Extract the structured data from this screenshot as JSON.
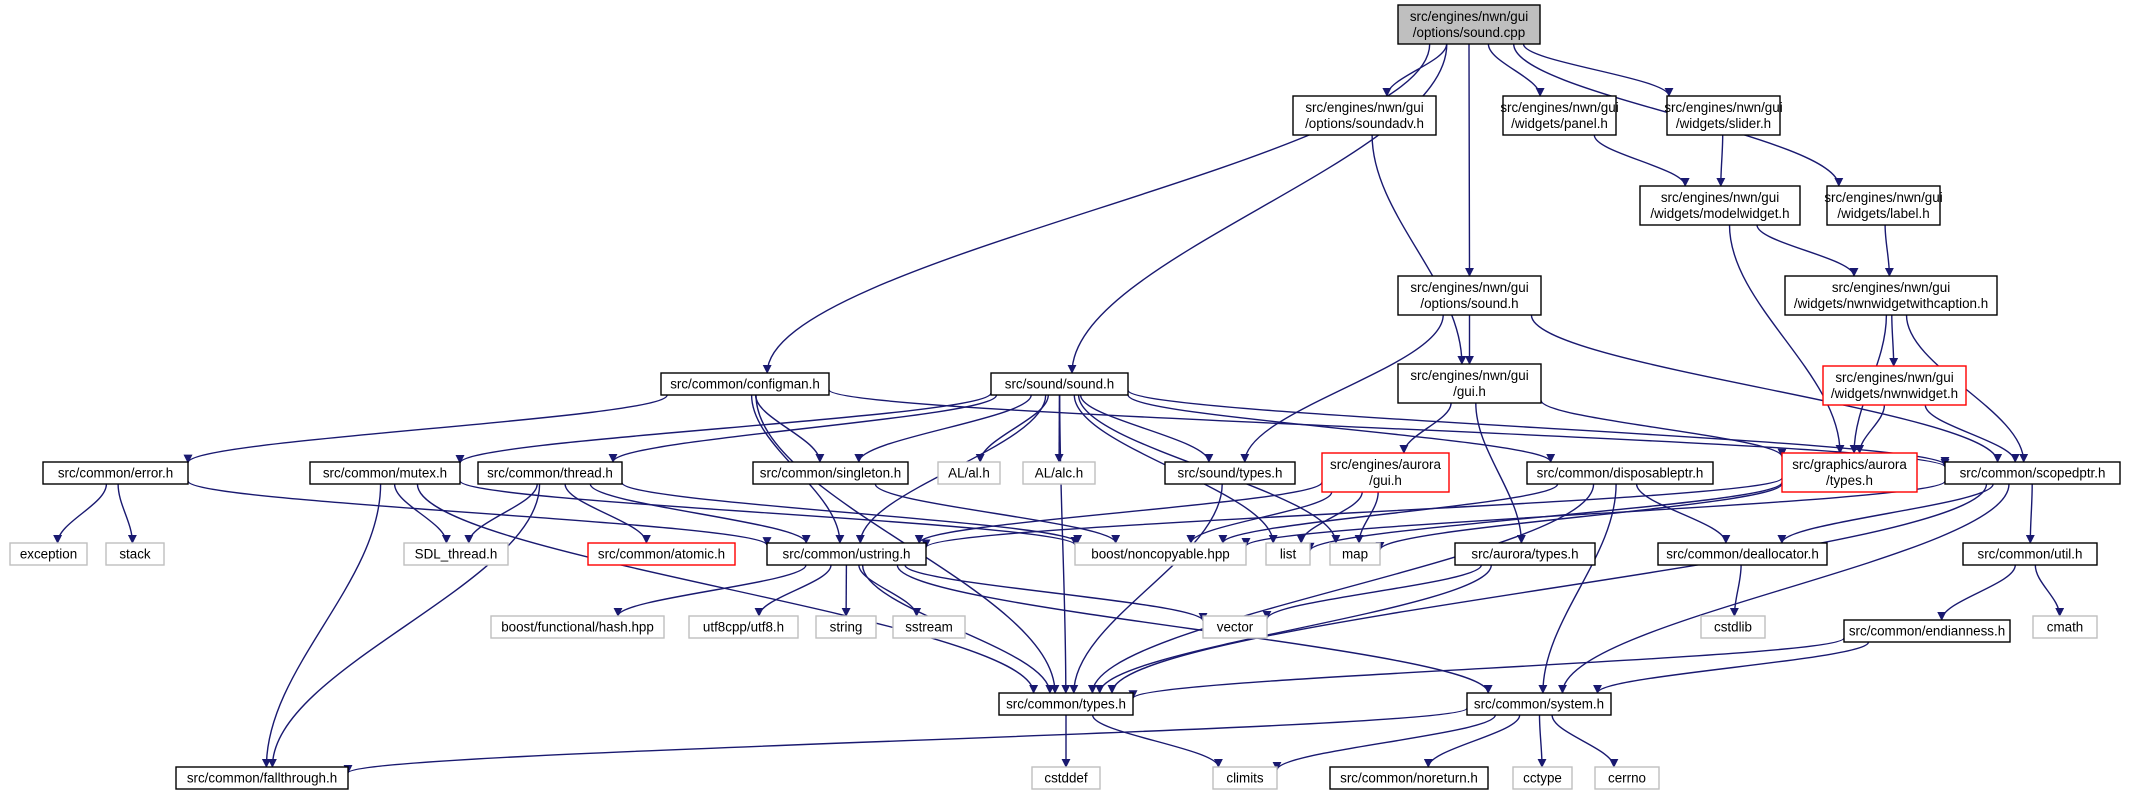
{
  "diagram": {
    "nodes": [
      {
        "id": "root",
        "lines": [
          "src/engines/nwn/gui",
          "/options/sound.cpp"
        ],
        "style": "root"
      },
      {
        "id": "soundadv",
        "lines": [
          "src/engines/nwn/gui",
          "/options/soundadv.h"
        ],
        "style": "normal"
      },
      {
        "id": "panel",
        "lines": [
          "src/engines/nwn/gui",
          "/widgets/panel.h"
        ],
        "style": "normal"
      },
      {
        "id": "slider",
        "lines": [
          "src/engines/nwn/gui",
          "/widgets/slider.h"
        ],
        "style": "normal"
      },
      {
        "id": "label",
        "lines": [
          "src/engines/nwn/gui",
          "/widgets/label.h"
        ],
        "style": "normal"
      },
      {
        "id": "modelwidget",
        "lines": [
          "src/engines/nwn/gui",
          "/widgets/modelwidget.h"
        ],
        "style": "normal"
      },
      {
        "id": "nwnwwc",
        "lines": [
          "src/engines/nwn/gui",
          "/widgets/nwnwidgetwithcaption.h"
        ],
        "style": "normal"
      },
      {
        "id": "optsound",
        "lines": [
          "src/engines/nwn/gui",
          "/options/sound.h"
        ],
        "style": "normal"
      },
      {
        "id": "nwngui",
        "lines": [
          "src/engines/nwn/gui",
          "/gui.h"
        ],
        "style": "normal"
      },
      {
        "id": "nwnwidget",
        "lines": [
          "src/engines/nwn/gui",
          "/widgets/nwnwidget.h"
        ],
        "style": "red"
      },
      {
        "id": "configman",
        "lines": [
          "src/common/configman.h"
        ],
        "style": "normal"
      },
      {
        "id": "soundh",
        "lines": [
          "src/sound/sound.h"
        ],
        "style": "normal"
      },
      {
        "id": "error",
        "lines": [
          "src/common/error.h"
        ],
        "style": "normal"
      },
      {
        "id": "mutex",
        "lines": [
          "src/common/mutex.h"
        ],
        "style": "normal"
      },
      {
        "id": "thread",
        "lines": [
          "src/common/thread.h"
        ],
        "style": "normal"
      },
      {
        "id": "singleton",
        "lines": [
          "src/common/singleton.h"
        ],
        "style": "normal"
      },
      {
        "id": "al",
        "lines": [
          "AL/al.h"
        ],
        "style": "sys"
      },
      {
        "id": "alc",
        "lines": [
          "AL/alc.h"
        ],
        "style": "sys"
      },
      {
        "id": "stypes",
        "lines": [
          "src/sound/types.h"
        ],
        "style": "normal"
      },
      {
        "id": "auroragui",
        "lines": [
          "src/engines/aurora",
          "/gui.h"
        ],
        "style": "red"
      },
      {
        "id": "disposable",
        "lines": [
          "src/common/disposableptr.h"
        ],
        "style": "normal"
      },
      {
        "id": "gtypes",
        "lines": [
          "src/graphics/aurora",
          "/types.h"
        ],
        "style": "red"
      },
      {
        "id": "scopedptr",
        "lines": [
          "src/common/scopedptr.h"
        ],
        "style": "normal"
      },
      {
        "id": "exception",
        "lines": [
          "exception"
        ],
        "style": "sys"
      },
      {
        "id": "stack",
        "lines": [
          "stack"
        ],
        "style": "sys"
      },
      {
        "id": "sdlthread",
        "lines": [
          "SDL_thread.h"
        ],
        "style": "sys"
      },
      {
        "id": "atomic",
        "lines": [
          "src/common/atomic.h"
        ],
        "style": "red"
      },
      {
        "id": "ustring",
        "lines": [
          "src/common/ustring.h"
        ],
        "style": "normal"
      },
      {
        "id": "noncopy",
        "lines": [
          "boost/noncopyable.hpp"
        ],
        "style": "sys"
      },
      {
        "id": "list",
        "lines": [
          "list"
        ],
        "style": "sys"
      },
      {
        "id": "map",
        "lines": [
          "map"
        ],
        "style": "sys"
      },
      {
        "id": "atypes",
        "lines": [
          "src/aurora/types.h"
        ],
        "style": "normal"
      },
      {
        "id": "dealloc",
        "lines": [
          "src/common/deallocator.h"
        ],
        "style": "normal"
      },
      {
        "id": "util",
        "lines": [
          "src/common/util.h"
        ],
        "style": "normal"
      },
      {
        "id": "hash",
        "lines": [
          "boost/functional/hash.hpp"
        ],
        "style": "sys"
      },
      {
        "id": "utf8",
        "lines": [
          "utf8cpp/utf8.h"
        ],
        "style": "sys"
      },
      {
        "id": "string",
        "lines": [
          "string"
        ],
        "style": "sys"
      },
      {
        "id": "sstream",
        "lines": [
          "sstream"
        ],
        "style": "sys"
      },
      {
        "id": "vector",
        "lines": [
          "vector"
        ],
        "style": "sys"
      },
      {
        "id": "cstdlib",
        "lines": [
          "cstdlib"
        ],
        "style": "sys"
      },
      {
        "id": "endian",
        "lines": [
          "src/common/endianness.h"
        ],
        "style": "normal"
      },
      {
        "id": "cmath",
        "lines": [
          "cmath"
        ],
        "style": "sys"
      },
      {
        "id": "ctypes",
        "lines": [
          "src/common/types.h"
        ],
        "style": "normal"
      },
      {
        "id": "system",
        "lines": [
          "src/common/system.h"
        ],
        "style": "normal"
      },
      {
        "id": "fallthrough",
        "lines": [
          "src/common/fallthrough.h"
        ],
        "style": "normal"
      },
      {
        "id": "cstddef",
        "lines": [
          "cstddef"
        ],
        "style": "sys"
      },
      {
        "id": "climits",
        "lines": [
          "climits"
        ],
        "style": "sys"
      },
      {
        "id": "noreturn",
        "lines": [
          "src/common/noreturn.h"
        ],
        "style": "normal"
      },
      {
        "id": "cctype",
        "lines": [
          "cctype"
        ],
        "style": "sys"
      },
      {
        "id": "cerrno",
        "lines": [
          "cerrno"
        ],
        "style": "sys"
      }
    ],
    "edges": [
      {
        "from": "root",
        "to": "soundadv"
      },
      {
        "from": "root",
        "to": "panel"
      },
      {
        "from": "root",
        "to": "slider"
      },
      {
        "from": "root",
        "to": "label"
      },
      {
        "from": "root",
        "to": "optsound"
      },
      {
        "from": "root",
        "to": "configman"
      },
      {
        "from": "root",
        "to": "soundh"
      },
      {
        "from": "soundadv",
        "to": "nwngui"
      },
      {
        "from": "panel",
        "to": "modelwidget"
      },
      {
        "from": "slider",
        "to": "modelwidget"
      },
      {
        "from": "label",
        "to": "nwnwwc"
      },
      {
        "from": "modelwidget",
        "to": "nwnwwc"
      },
      {
        "from": "modelwidget",
        "to": "gtypes"
      },
      {
        "from": "nwnwwc",
        "to": "nwnwidget"
      },
      {
        "from": "nwnwwc",
        "to": "scopedptr"
      },
      {
        "from": "nwnwwc",
        "to": "gtypes"
      },
      {
        "from": "optsound",
        "to": "nwngui"
      },
      {
        "from": "optsound",
        "to": "stypes"
      },
      {
        "from": "optsound",
        "to": "scopedptr"
      },
      {
        "from": "nwngui",
        "to": "auroragui"
      },
      {
        "from": "nwngui",
        "to": "gtypes"
      },
      {
        "from": "nwngui",
        "to": "atypes"
      },
      {
        "from": "nwnwidget",
        "to": "gtypes"
      },
      {
        "from": "nwnwidget",
        "to": "scopedptr"
      },
      {
        "from": "configman",
        "to": "error"
      },
      {
        "from": "configman",
        "to": "singleton"
      },
      {
        "from": "configman",
        "to": "ustring"
      },
      {
        "from": "configman",
        "to": "scopedptr"
      },
      {
        "from": "configman",
        "to": "ctypes"
      },
      {
        "from": "soundh",
        "to": "mutex"
      },
      {
        "from": "soundh",
        "to": "thread"
      },
      {
        "from": "soundh",
        "to": "singleton"
      },
      {
        "from": "soundh",
        "to": "al"
      },
      {
        "from": "soundh",
        "to": "alc"
      },
      {
        "from": "soundh",
        "to": "stypes"
      },
      {
        "from": "soundh",
        "to": "disposable"
      },
      {
        "from": "soundh",
        "to": "scopedptr"
      },
      {
        "from": "soundh",
        "to": "ustring"
      },
      {
        "from": "soundh",
        "to": "list"
      },
      {
        "from": "soundh",
        "to": "map"
      },
      {
        "from": "soundh",
        "to": "ctypes"
      },
      {
        "from": "error",
        "to": "exception"
      },
      {
        "from": "error",
        "to": "stack"
      },
      {
        "from": "error",
        "to": "ustring"
      },
      {
        "from": "mutex",
        "to": "sdlthread"
      },
      {
        "from": "mutex",
        "to": "noncopy"
      },
      {
        "from": "mutex",
        "to": "ctypes"
      },
      {
        "from": "mutex",
        "to": "fallthrough"
      },
      {
        "from": "thread",
        "to": "sdlthread"
      },
      {
        "from": "thread",
        "to": "atomic"
      },
      {
        "from": "thread",
        "to": "noncopy"
      },
      {
        "from": "thread",
        "to": "ustring"
      },
      {
        "from": "thread",
        "to": "fallthrough"
      },
      {
        "from": "singleton",
        "to": "noncopy"
      },
      {
        "from": "stypes",
        "to": "ctypes"
      },
      {
        "from": "auroragui",
        "to": "list"
      },
      {
        "from": "auroragui",
        "to": "map"
      },
      {
        "from": "auroragui",
        "to": "noncopy"
      },
      {
        "from": "auroragui",
        "to": "ustring"
      },
      {
        "from": "disposable",
        "to": "dealloc"
      },
      {
        "from": "disposable",
        "to": "noncopy"
      },
      {
        "from": "disposable",
        "to": "ctypes"
      },
      {
        "from": "disposable",
        "to": "system"
      },
      {
        "from": "gtypes",
        "to": "list"
      },
      {
        "from": "gtypes",
        "to": "map"
      },
      {
        "from": "gtypes",
        "to": "ustring"
      },
      {
        "from": "scopedptr",
        "to": "noncopy"
      },
      {
        "from": "scopedptr",
        "to": "dealloc"
      },
      {
        "from": "scopedptr",
        "to": "util"
      },
      {
        "from": "scopedptr",
        "to": "ctypes"
      },
      {
        "from": "scopedptr",
        "to": "system"
      },
      {
        "from": "ustring",
        "to": "hash"
      },
      {
        "from": "ustring",
        "to": "utf8"
      },
      {
        "from": "ustring",
        "to": "string"
      },
      {
        "from": "ustring",
        "to": "sstream"
      },
      {
        "from": "ustring",
        "to": "vector"
      },
      {
        "from": "ustring",
        "to": "ctypes"
      },
      {
        "from": "ustring",
        "to": "system"
      },
      {
        "from": "atypes",
        "to": "vector"
      },
      {
        "from": "atypes",
        "to": "ctypes"
      },
      {
        "from": "dealloc",
        "to": "cstdlib"
      },
      {
        "from": "util",
        "to": "endian"
      },
      {
        "from": "util",
        "to": "cmath"
      },
      {
        "from": "endian",
        "to": "ctypes"
      },
      {
        "from": "endian",
        "to": "system"
      },
      {
        "from": "ctypes",
        "to": "cstddef"
      },
      {
        "from": "ctypes",
        "to": "climits"
      },
      {
        "from": "system",
        "to": "fallthrough"
      },
      {
        "from": "system",
        "to": "climits"
      },
      {
        "from": "system",
        "to": "noreturn"
      },
      {
        "from": "system",
        "to": "cctype"
      },
      {
        "from": "system",
        "to": "cerrno"
      }
    ]
  }
}
